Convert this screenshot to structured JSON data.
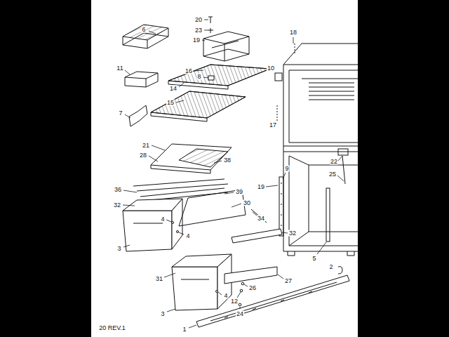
{
  "diagram": {
    "labels": [
      "6",
      "20",
      "23",
      "19",
      "18",
      "11",
      "16",
      "8",
      "10",
      "14",
      "15",
      "7",
      "17",
      "21",
      "28",
      "38",
      "22",
      "25",
      "9",
      "19",
      "36",
      "39",
      "30",
      "32",
      "34",
      "4",
      "32",
      "3",
      "4",
      "5",
      "31",
      "2",
      "27",
      "26",
      "4",
      "12",
      "24",
      "3",
      "1",
      "20 REV.1"
    ]
  }
}
